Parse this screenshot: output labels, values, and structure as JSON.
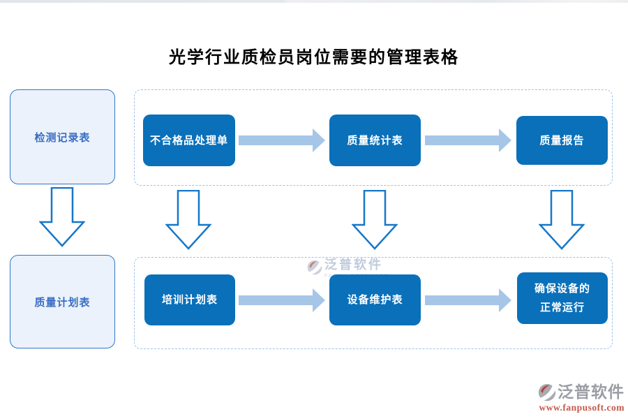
{
  "page": {
    "title": "光学行业质检员岗位需要的管理表格"
  },
  "left_flow": {
    "boxes": [
      {
        "label": "检测记录表"
      },
      {
        "label": "质量计划表"
      }
    ]
  },
  "main_flow": {
    "rows": [
      {
        "steps": [
          {
            "label": "不合格品处理单"
          },
          {
            "label": "质量统计表"
          },
          {
            "label": "质量报告"
          }
        ]
      },
      {
        "steps": [
          {
            "label": "培训计划表"
          },
          {
            "label": "设备维护表"
          },
          {
            "label": "确保设备的",
            "label2": "正常运行"
          }
        ]
      }
    ]
  },
  "watermark": {
    "brand": "泛普软件",
    "subtitle": "FANPU SOFTWARE"
  },
  "footer": {
    "brand": "泛普软件",
    "website": "www.fanpusoft.com"
  },
  "colors": {
    "node_fill": "#0a70ba",
    "node_text": "#ffffff",
    "side_box_fill": "#ebf2fb",
    "side_box_border": "#3078c8",
    "side_box_text": "#3a6ec4",
    "solid_arrow": "#a6c6e8",
    "hollow_arrow_stroke": "#1677c8",
    "dashed_border": "#9cc2ec",
    "title_text": "#000000",
    "brand_gray": "#9b9da5",
    "brand_red": "#b8473e",
    "url_red": "#c4594b"
  }
}
